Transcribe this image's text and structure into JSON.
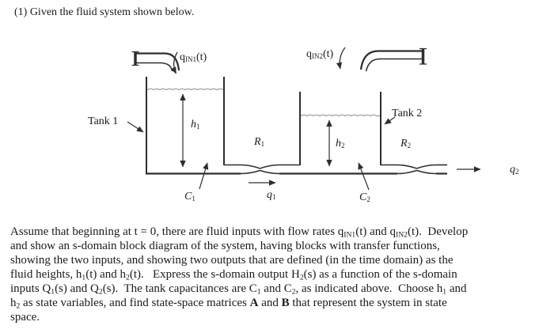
{
  "title": "(1) Given the fluid system shown below.",
  "colors": {
    "ink": "#1b1b1b",
    "line": "#2e2e2e",
    "water": "#8c8c8c"
  },
  "diagram": {
    "labels": {
      "qin1": [
        {
          "t": "q"
        },
        {
          "sub": "IN1"
        },
        {
          "t": "(t)"
        }
      ],
      "qin2": [
        {
          "t": "q"
        },
        {
          "sub": "IN2"
        },
        {
          "t": "(t)"
        }
      ],
      "tank1": [
        {
          "t": "Tank 1"
        }
      ],
      "tank2": [
        {
          "t": "Tank 2"
        }
      ],
      "h1": [
        {
          "i": "h"
        },
        {
          "sub": "1"
        }
      ],
      "h2": [
        {
          "i": "h"
        },
        {
          "sub": "2"
        }
      ],
      "r1": [
        {
          "i": "R"
        },
        {
          "sub": "1"
        }
      ],
      "r2": [
        {
          "i": "R"
        },
        {
          "sub": "2"
        }
      ],
      "c1": [
        {
          "i": "C"
        },
        {
          "sub": "1"
        }
      ],
      "c2": [
        {
          "i": "C"
        },
        {
          "sub": "2"
        }
      ],
      "q1": [
        {
          "i": "q"
        },
        {
          "sub": "1"
        }
      ],
      "q2": [
        {
          "i": "q"
        },
        {
          "sub": "2"
        }
      ]
    }
  },
  "paragraph": {
    "lines": [
      [
        {
          "t": "Assume that beginning at t = 0, there are fluid inputs with flow rates q"
        },
        {
          "sub": "IN1"
        },
        {
          "t": "(t) and q"
        },
        {
          "sub": "IN2"
        },
        {
          "t": "(t).  Develop"
        }
      ],
      [
        {
          "t": "and show an s-domain block diagram of the system, having blocks with transfer functions,"
        }
      ],
      [
        {
          "t": "showing the two inputs, and showing two outputs that are defined (in the time domain) as the"
        }
      ],
      [
        {
          "t": "fluid heights, h"
        },
        {
          "sub": "1"
        },
        {
          "t": "(t) and h"
        },
        {
          "sub": "2"
        },
        {
          "t": "(t).   Express the s-domain output H"
        },
        {
          "sub": "2"
        },
        {
          "t": "(s) as a function of the s-domain"
        }
      ],
      [
        {
          "t": "inputs Q"
        },
        {
          "sub": "1"
        },
        {
          "t": "(s) and Q"
        },
        {
          "sub": "2"
        },
        {
          "t": "(s).  The tank capacitances are C"
        },
        {
          "sub": "1"
        },
        {
          "t": " and C"
        },
        {
          "sub": "2"
        },
        {
          "t": ", as indicated above.  Choose h"
        },
        {
          "sub": "1"
        },
        {
          "t": " and"
        }
      ],
      [
        {
          "t": "h"
        },
        {
          "sub": "2"
        },
        {
          "t": " as state variables, and find state-space matrices "
        },
        {
          "b": "A"
        },
        {
          "t": " and "
        },
        {
          "b": "B"
        },
        {
          "t": " that represent the system in state"
        }
      ],
      [
        {
          "t": "space."
        }
      ]
    ]
  }
}
